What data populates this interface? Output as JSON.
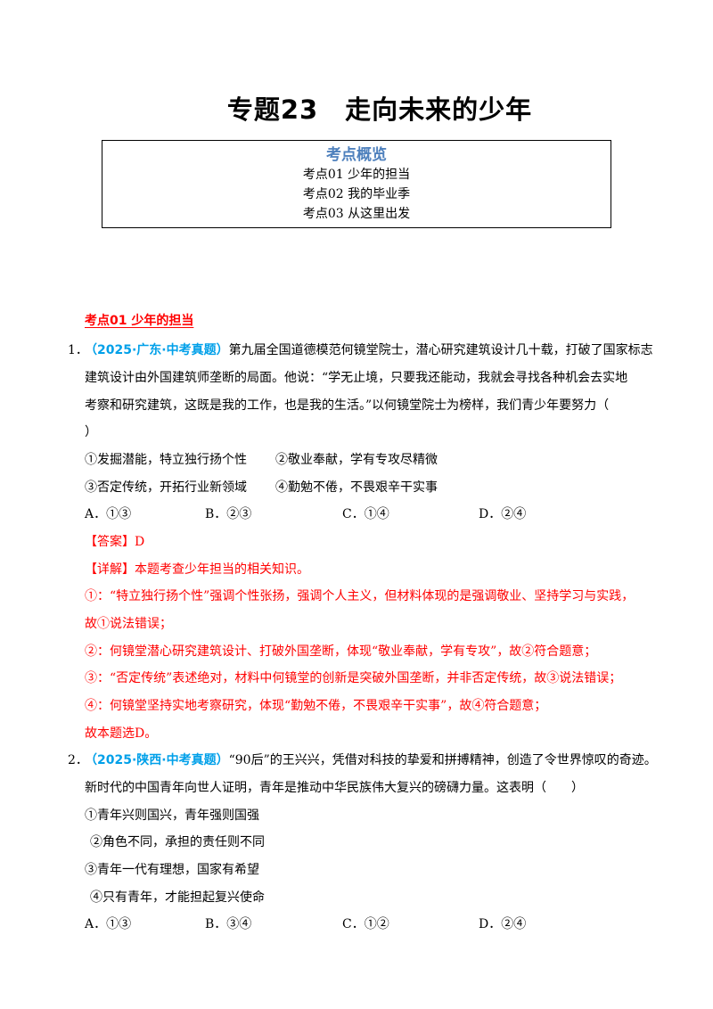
{
  "title": "专题23　走向未来的少年",
  "overview": {
    "heading": "考点概览",
    "items": [
      "考点01  少年的担当",
      "考点02  我的毕业季",
      "考点03  从这里出发"
    ]
  },
  "section1": {
    "heading": "考点01  少年的担当"
  },
  "q1": {
    "number": "1．",
    "source": "（2025·广东·中考真题）",
    "stem": [
      "第九届全国道德模范何镜堂院士，潜心研究建筑设计几十载，打破了国家标志",
      "建筑设计由外国建筑师垄断的局面。他说：“学无止境，只要我还能动，我就会寻找各种机会去实地",
      "考察和研究建筑，这既是我的工作，也是我的生活。”以何镜堂院士为榜样，我们青少年要努力（",
      "）"
    ],
    "statements": [
      "①发掘潜能，特立独行扬个性",
      "②敬业奉献，学有专攻尽精微",
      "③否定传统，开拓行业新领域",
      "④勤勉不倦，不畏艰辛干实事"
    ],
    "options": [
      "A．①③",
      "B．②③",
      "C．①④",
      "D．②④"
    ],
    "answer": "【答案】D",
    "analysis": [
      "【详解】本题考查少年担当的相关知识。",
      "①：“特立独行扬个性”强调个性张扬，强调个人主义，但材料体现的是强调敬业、坚持学习与实践，",
      "故①说法错误；",
      "②：何镜堂潜心研究建筑设计、打破外国垄断，体现“敬业奉献，学有专攻”，故②符合题意；",
      "③：“否定传统”表述绝对，材料中何镜堂的创新是突破外国垄断，并非否定传统，故③说法错误；",
      "④：何镜堂坚持实地考察研究，体现“勤勉不倦，不畏艰辛干实事”，故④符合题意；",
      "故本题选D。"
    ]
  },
  "q2": {
    "number": "2．",
    "source": "（2025·陕西·中考真题）",
    "stem": [
      "“90后”的王兴兴，凭借对科技的挚爱和拼搏精神，创造了令世界惊叹的奇迹。",
      "新时代的中国青年向世人证明，青年是推动中华民族伟大复兴的磅礴力量。这表明（　　）"
    ],
    "statements": [
      "①青年兴则国兴，青年强则国强",
      "②角色不同，承担的责任则不同",
      "③青年一代有理想，国家有希望",
      "④只有青年，才能担起复兴使命"
    ],
    "options": [
      "A．①③",
      "B．③④",
      "C．①②",
      "D．②④"
    ]
  }
}
